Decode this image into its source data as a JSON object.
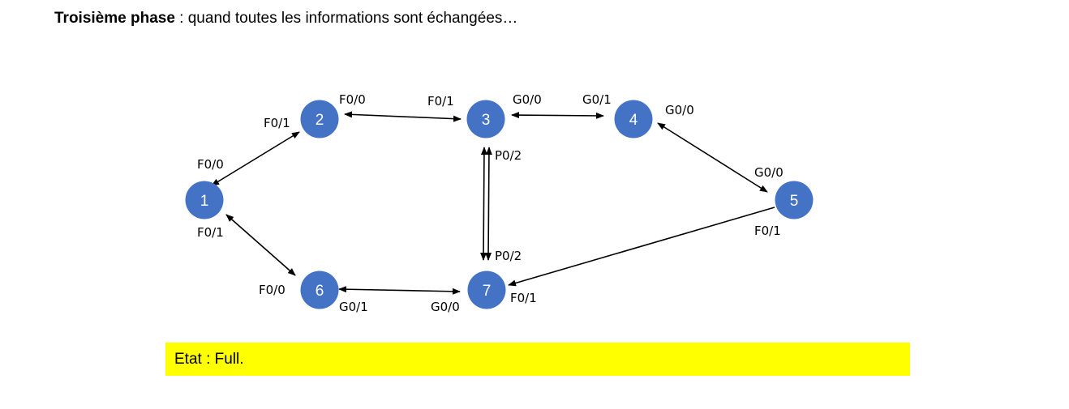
{
  "header": {
    "title_bold": "Troisième phase",
    "title_rest": " : quand toutes les informations sont échangées…"
  },
  "diagram": {
    "nodes": [
      {
        "id": "1",
        "label": "1"
      },
      {
        "id": "2",
        "label": "2"
      },
      {
        "id": "3",
        "label": "3"
      },
      {
        "id": "4",
        "label": "4"
      },
      {
        "id": "5",
        "label": "5"
      },
      {
        "id": "6",
        "label": "6"
      },
      {
        "id": "7",
        "label": "7"
      }
    ],
    "links": [
      {
        "from": "1",
        "to": "2",
        "from_port": "F0/0",
        "to_port": "F0/1"
      },
      {
        "from": "2",
        "to": "3",
        "from_port": "F0/0",
        "to_port": "F0/1"
      },
      {
        "from": "3",
        "to": "4",
        "from_port": "G0/0",
        "to_port": "G0/1"
      },
      {
        "from": "4",
        "to": "5",
        "from_port": "G0/0",
        "to_port": "G0/0"
      },
      {
        "from": "3",
        "to": "7",
        "from_port": "P0/2",
        "to_port": "P0/2"
      },
      {
        "from": "1",
        "to": "6",
        "from_port": "F0/1",
        "to_port": "F0/0"
      },
      {
        "from": "6",
        "to": "7",
        "from_port": "G0/1",
        "to_port": "G0/0"
      },
      {
        "from": "5",
        "to": "7",
        "from_port": "F0/1",
        "to_port": "F0/1"
      }
    ],
    "node_color": "#4472C4"
  },
  "status": {
    "text": "Etat : Full.",
    "background": "#FFFF00"
  }
}
